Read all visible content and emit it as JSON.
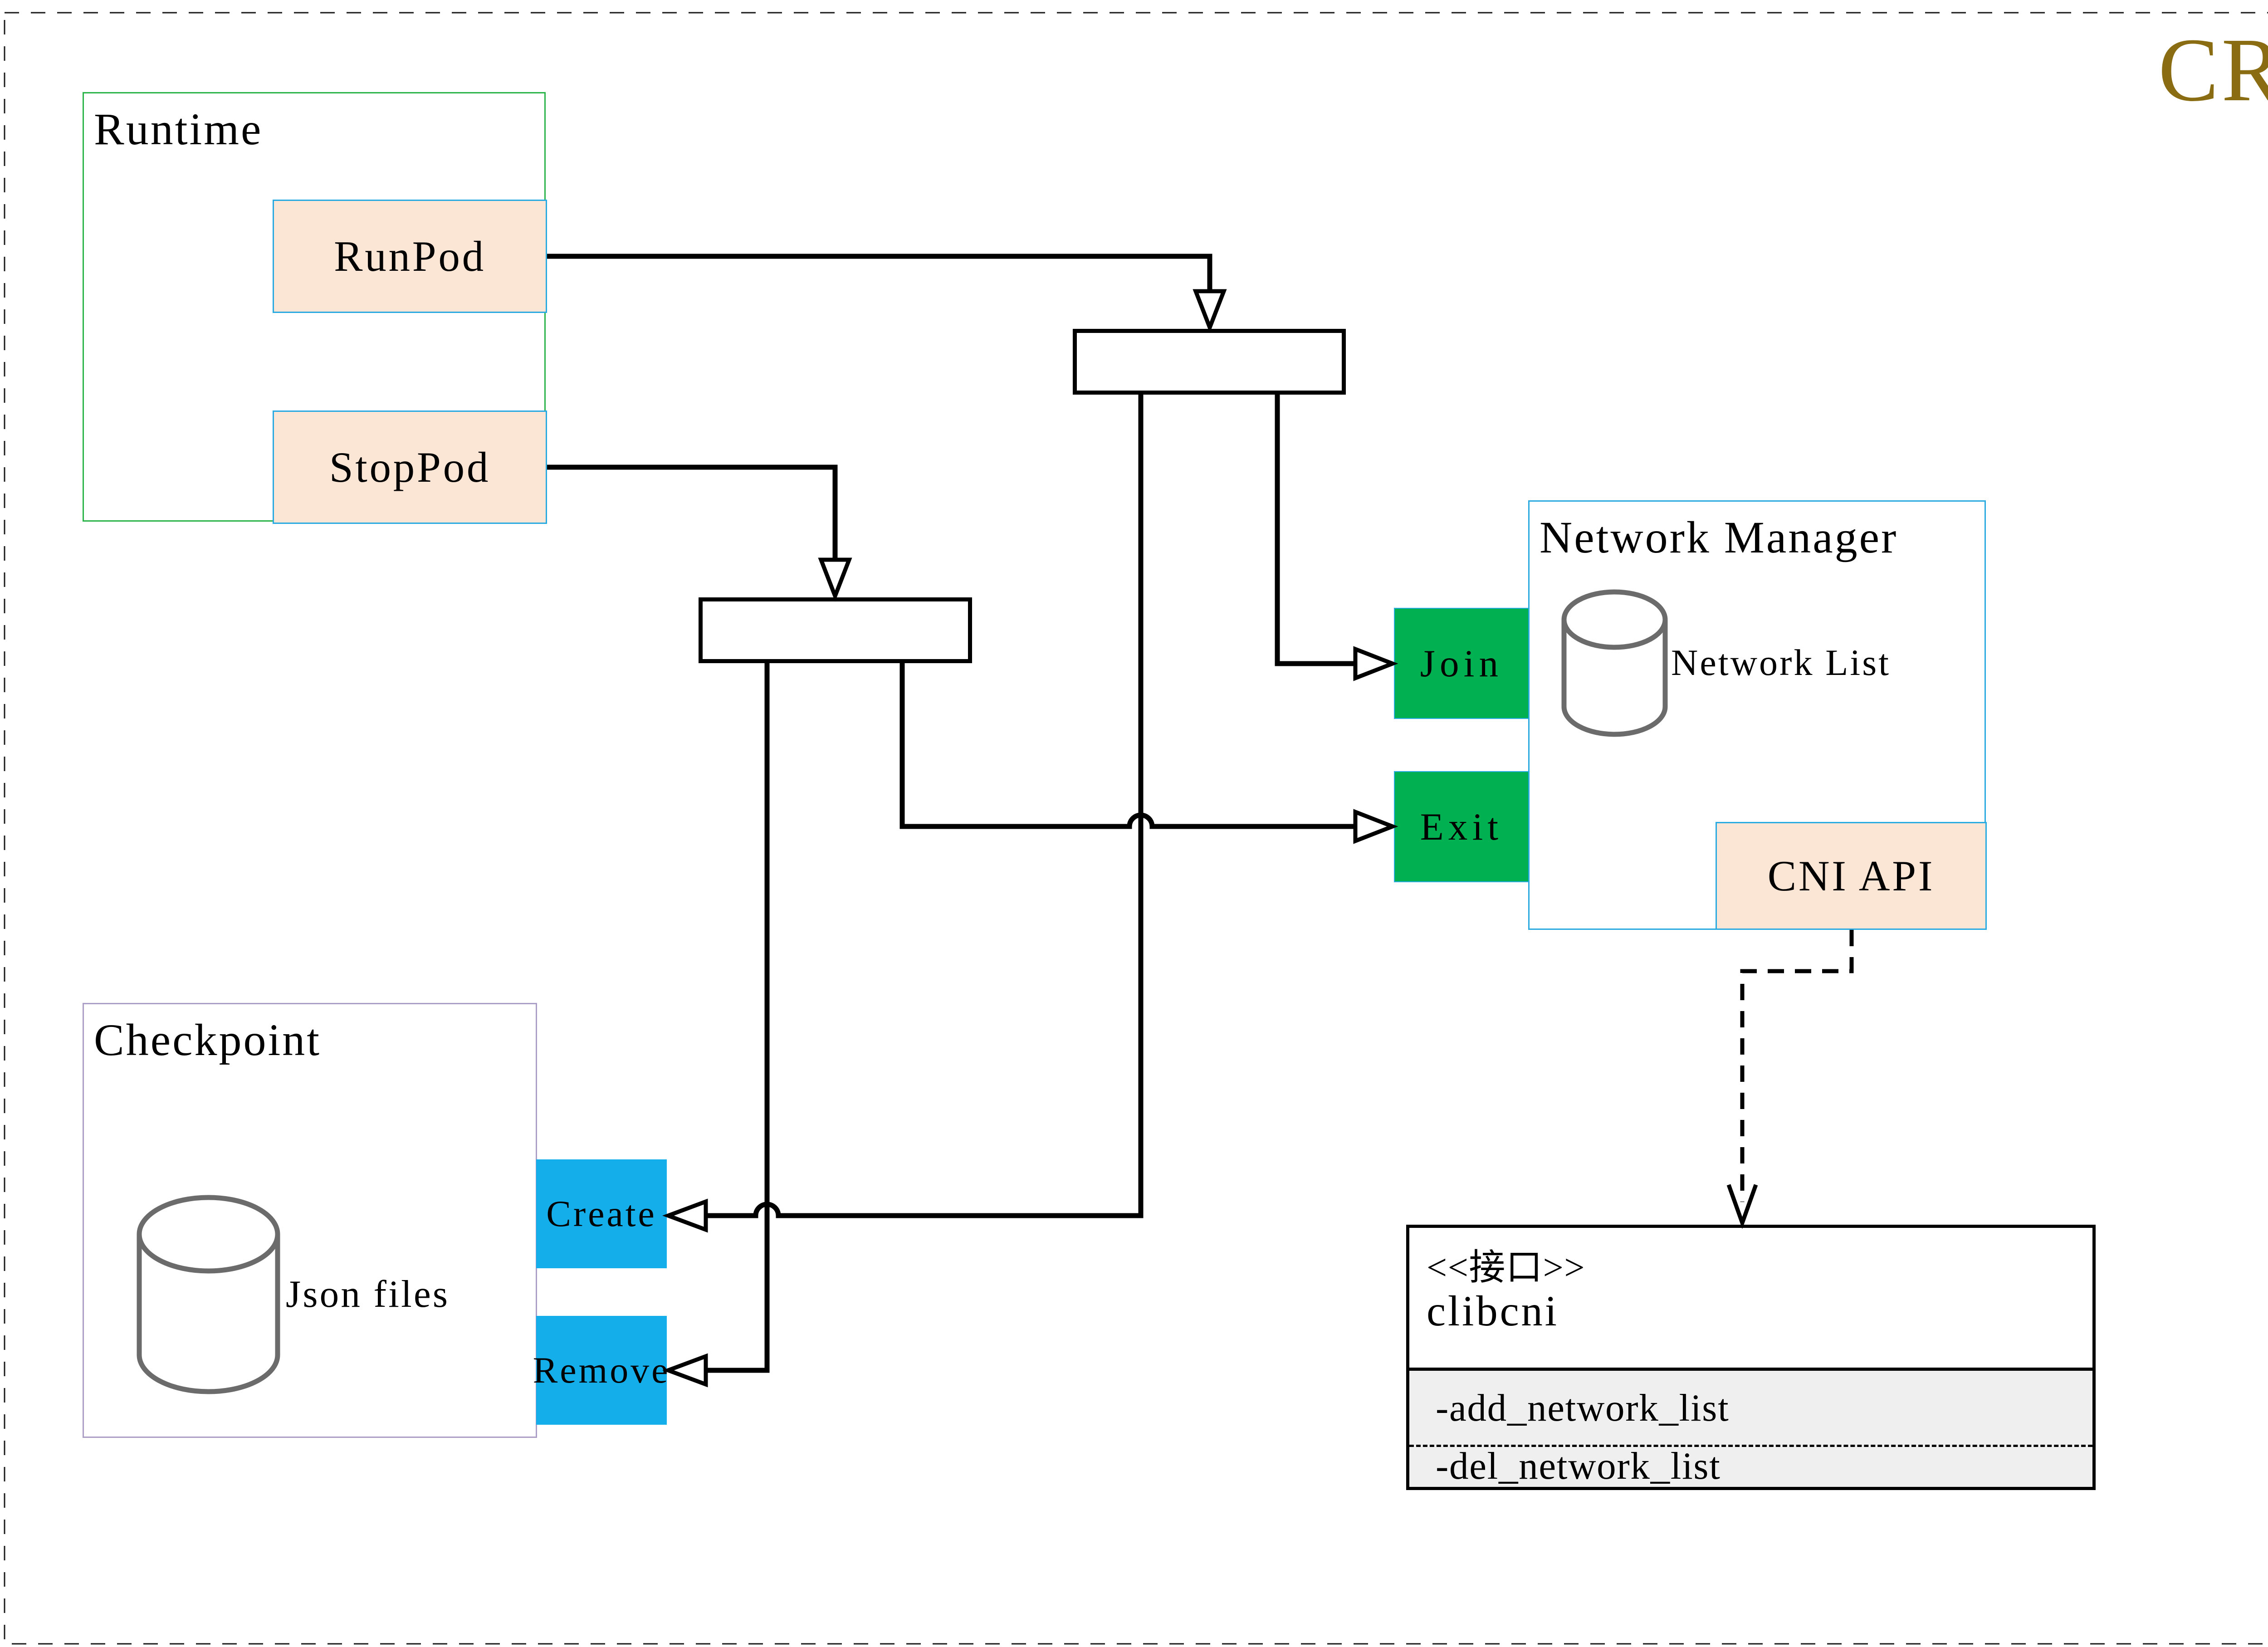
{
  "title": "CRI",
  "colors": {
    "cri_title": "#8a6d12",
    "runtime_border": "#2bb44a",
    "cyan_border": "#29abe2",
    "peach_fill": "#fbe5d5",
    "green_fill": "#00b051",
    "blue_fill": "#14aeeb",
    "checkpoint_border": "#ab9fc8",
    "cylinder_stroke": "#6b6b6b",
    "interface_section_fill": "#efefef",
    "line_color": "#000000"
  },
  "runtime": {
    "label": "Runtime",
    "runpod": "RunPod",
    "stoppod": "StopPod"
  },
  "network_manager": {
    "label": "Network Manager",
    "network_list": "Network List",
    "join": "Join",
    "exit": "Exit",
    "cni_api": "CNI API"
  },
  "checkpoint": {
    "label": "Checkpoint",
    "json_files": "Json files",
    "create": "Create",
    "remove": "Remove"
  },
  "interface_box": {
    "stereotype": "<<接口>>",
    "name": "clibcni",
    "methods": [
      "-add_network_list",
      "-del_network_list"
    ]
  }
}
